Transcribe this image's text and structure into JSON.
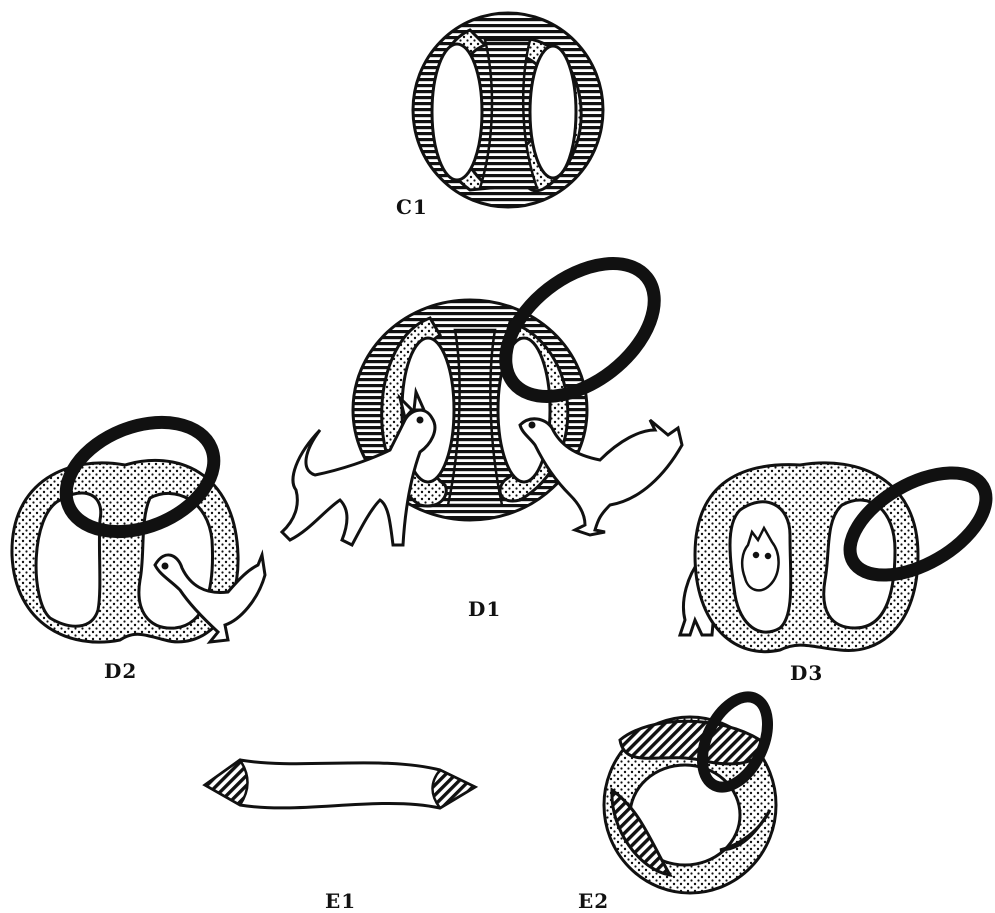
{
  "labels": {
    "c1": "C1",
    "d1": "D1",
    "d2": "D2",
    "d3": "D3",
    "e1": "E1",
    "e2": "E2"
  },
  "colors": {
    "ink": "#111111",
    "paper": "#ffffff"
  },
  "icons": [
    "dog",
    "chicken"
  ]
}
